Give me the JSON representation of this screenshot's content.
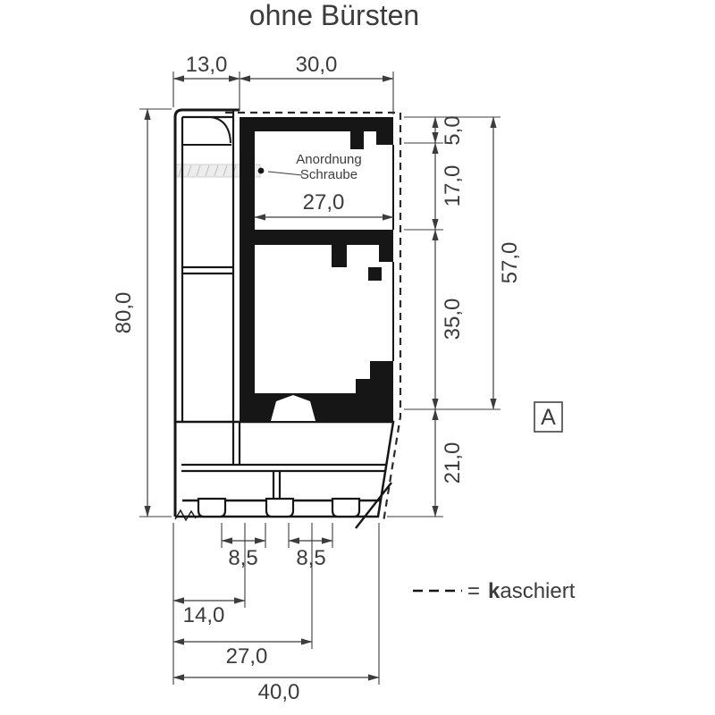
{
  "title": "ohne Bürsten",
  "annotation": {
    "line1": "Anordnung",
    "line2": "Schraube"
  },
  "marker_box": {
    "label": "A"
  },
  "legend": {
    "equals": "=",
    "k": "k",
    "rest": "aschiert"
  },
  "dims": {
    "top_13": "13,0",
    "top_30": "30,0",
    "left_80": "80,0",
    "inner_27": "27,0",
    "right_5": "5,0",
    "right_17": "17,0",
    "right_35": "35,0",
    "right_57": "57,0",
    "right_21": "21,0",
    "bottom_85a": "8,5",
    "bottom_85b": "8,5",
    "bottom_14": "14,0",
    "bottom_27": "27,0",
    "bottom_40": "40,0"
  },
  "colors": {
    "profile": "#161616",
    "dimension": "#3c3c3c",
    "text": "#3c3c3c",
    "screw_fill": "#ededed",
    "background": "#ffffff"
  }
}
